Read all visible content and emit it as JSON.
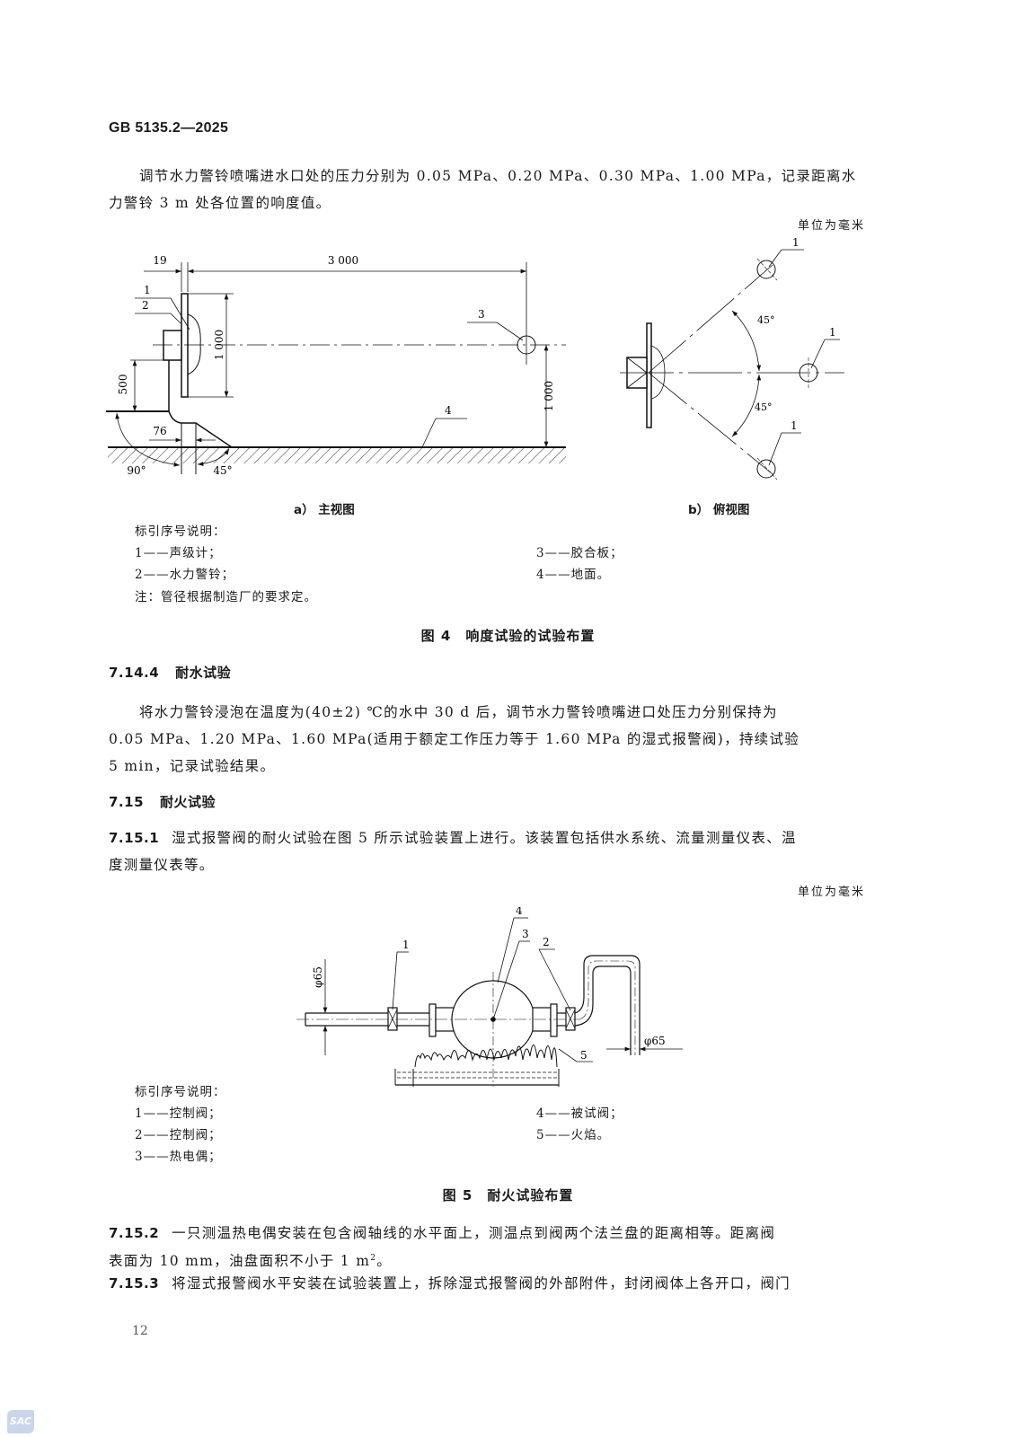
{
  "header": {
    "standard_code": "GB 5135.2—2025"
  },
  "intro_paragraph": {
    "line1": "调节水力警铃喷嘴进水口处的压力分别为 0.05 MPa、0.20 MPa、0.30 MPa、1.00 MPa，记录距离水",
    "line2": "力警铃 3 m 处各位置的响度值。"
  },
  "figure4": {
    "unit_note": "单位为毫米",
    "view_a": {
      "label": "a） 主视图",
      "dimensions": {
        "dim_19": "19",
        "dim_3000": "3 000",
        "dim_1000_panel": "1 000",
        "dim_500": "500",
        "dim_1000_height": "1 000",
        "dim_76": "76",
        "angle_90": "90°",
        "angle_45": "45°"
      },
      "callouts": [
        "1",
        "2",
        "3",
        "4"
      ]
    },
    "view_b": {
      "label": "b） 俯视图",
      "angles": [
        "45°",
        "45°"
      ],
      "callouts": [
        "1",
        "1",
        "1"
      ]
    },
    "legend_title": "标引序号说明：",
    "legend_items": [
      {
        "text": "1——声级计；"
      },
      {
        "text": "2——水力警铃；"
      },
      {
        "text": "3——胶合板；"
      },
      {
        "text": "4——地面。"
      }
    ],
    "note": "注：管径根据制造厂的要求定。",
    "caption": "图 4　响度试验的试验布置"
  },
  "section_7_14_4": {
    "number": "7.14.4",
    "title": "耐水试验",
    "line1": "将水力警铃浸泡在温度为(40±2) ℃的水中 30 d 后，调节水力警铃喷嘴进口处压力分别保持为",
    "line2": "0.05 MPa、1.20 MPa、1.60 MPa(适用于额定工作压力等于 1.60 MPa 的湿式报警阀)，持续试验",
    "line3": "5 min，记录试验结果。"
  },
  "section_7_15": {
    "number": "7.15",
    "title": "耐火试验"
  },
  "section_7_15_1": {
    "number": "7.15.1",
    "line1": "湿式报警阀的耐火试验在图 5 所示试验装置上进行。该装置包括供水系统、流量测量仪表、温",
    "line2": "度测量仪表等。"
  },
  "figure5": {
    "unit_note": "单位为毫米",
    "dimensions": {
      "left_pipe_dia": "φ65",
      "right_pipe_dia": "φ65"
    },
    "callouts": [
      "1",
      "2",
      "3",
      "4",
      "5"
    ],
    "legend_title": "标引序号说明：",
    "legend_items": [
      {
        "text": "1——控制阀；"
      },
      {
        "text": "2——控制阀；"
      },
      {
        "text": "3——热电偶；"
      },
      {
        "text": "4——被试阀；"
      },
      {
        "text": "5——火焰。"
      }
    ],
    "caption": "图 5　耐火试验布置"
  },
  "section_7_15_2": {
    "number": "7.15.2",
    "line1": "一只测温热电偶安装在包含阀轴线的水平面上，测温点到阀两个法兰盘的距离相等。距离阀",
    "line2_pre": "表面为 10 mm，油盘面积不小于 1 m",
    "line2_sup": "2",
    "line2_post": "。"
  },
  "section_7_15_3": {
    "number": "7.15.3",
    "line1": "将湿式报警阀水平安装在试验装置上，拆除湿式报警阀的外部附件，封闭阀体上各开口，阀门"
  },
  "footer": {
    "page_number": "12",
    "logo_text": "SAC"
  }
}
